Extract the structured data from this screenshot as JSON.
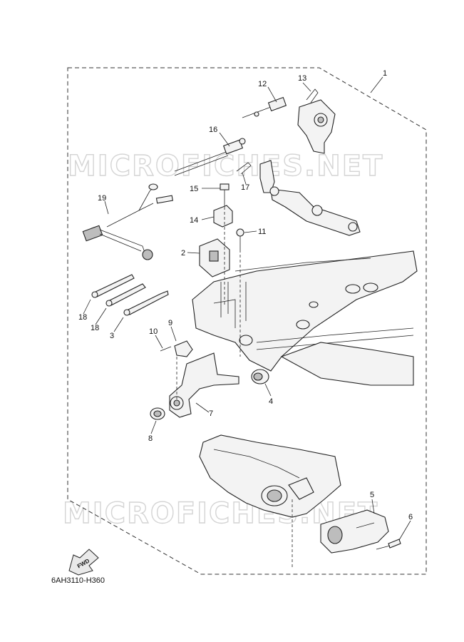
{
  "watermark": "MICROFICHES.NET",
  "diagram_code": "6AH3110-H360",
  "fwd_label": "FWD",
  "callouts": {
    "c1": "1",
    "c2": "2",
    "c3": "3",
    "c4": "4",
    "c5": "5",
    "c6": "6",
    "c7": "7",
    "c8": "8",
    "c9": "9",
    "c10": "10",
    "c11": "11",
    "c12": "12",
    "c13": "13",
    "c14": "14",
    "c15": "15",
    "c16": "16",
    "c17": "17",
    "c18a": "18",
    "c18b": "18",
    "c19": "19"
  }
}
